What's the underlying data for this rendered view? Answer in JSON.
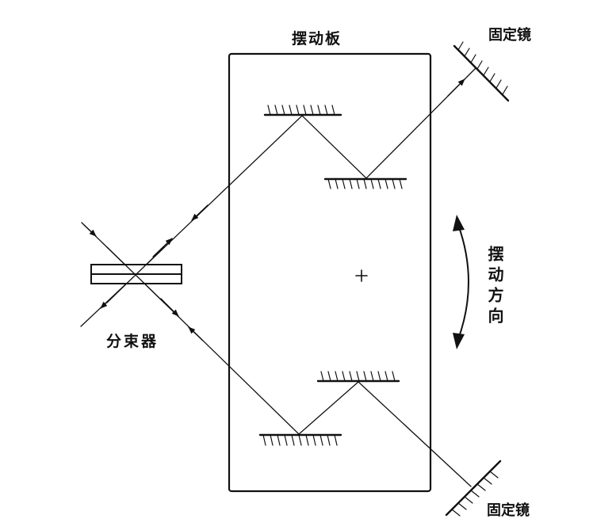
{
  "labels": {
    "swing_plate": "摆动板",
    "fixed_mirror_top": "固定镜",
    "fixed_mirror_bottom": "固定镜",
    "beam_splitter": "分束器",
    "swing_direction": "摆动方向"
  },
  "center_mark": "+",
  "colors": {
    "stroke": "#111111",
    "background": "#ffffff"
  }
}
